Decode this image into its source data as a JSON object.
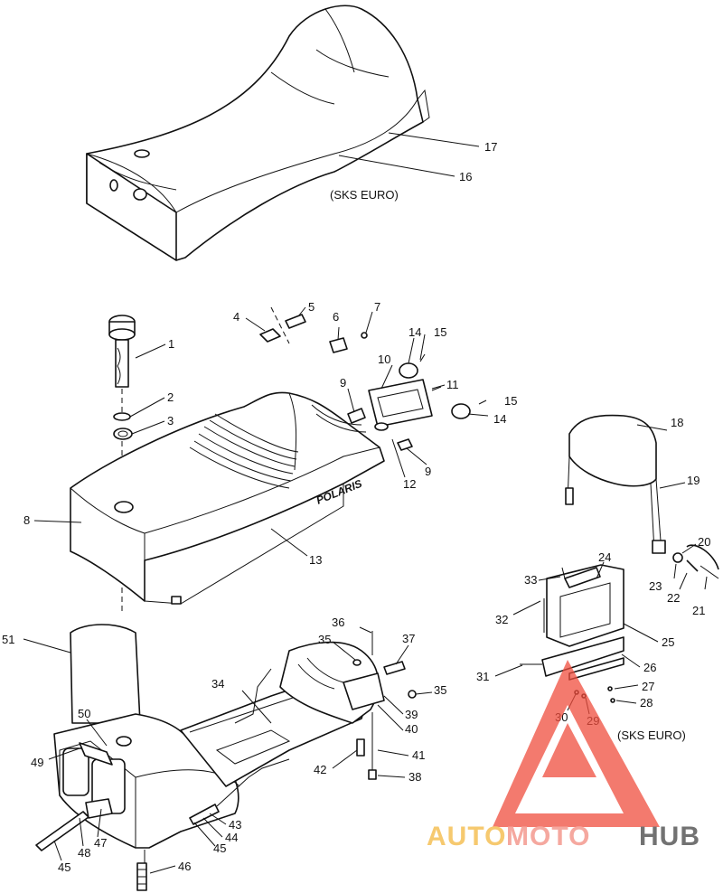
{
  "labels": {
    "c1": "1",
    "c2": "2",
    "c3": "3",
    "c4": "4",
    "c5": "5",
    "c6": "6",
    "c7": "7",
    "c8": "8",
    "c9a": "9",
    "c9b": "9",
    "c10": "10",
    "c11": "11",
    "c12": "12",
    "c13": "13",
    "c14a": "14",
    "c14b": "14",
    "c15a": "15",
    "c15b": "15",
    "c16": "16",
    "c17": "17",
    "c18": "18",
    "c19": "19",
    "c20": "20",
    "c21": "21",
    "c22": "22",
    "c23": "23",
    "c24": "24",
    "c25": "25",
    "c26": "26",
    "c27": "27",
    "c28": "28",
    "c29": "29",
    "c30": "30",
    "c31": "31",
    "c32": "32",
    "c33": "33",
    "c34": "34",
    "c35a": "35",
    "c35b": "35",
    "c36": "36",
    "c37": "37",
    "c38": "38",
    "c39": "39",
    "c40": "40",
    "c41": "41",
    "c42": "42",
    "c43": "43",
    "c44": "44",
    "c45a": "45",
    "c45b": "45",
    "c46": "46",
    "c47": "47",
    "c48": "48",
    "c49": "49",
    "c50": "50",
    "c51": "51"
  },
  "notes": {
    "sks_euro_top": "(SKS EURO)",
    "sks_euro_bottom": "(SKS EURO)",
    "seat_brand": "POLARIS"
  },
  "watermark": {
    "text_auto": "AUTO",
    "text_moto": "MOTO",
    "text_hub": "HUB",
    "color_auto": "#f4b740",
    "color_moto": "#f28b7f",
    "color_hub": "#444444",
    "triangle_color": "#f04e3e"
  }
}
